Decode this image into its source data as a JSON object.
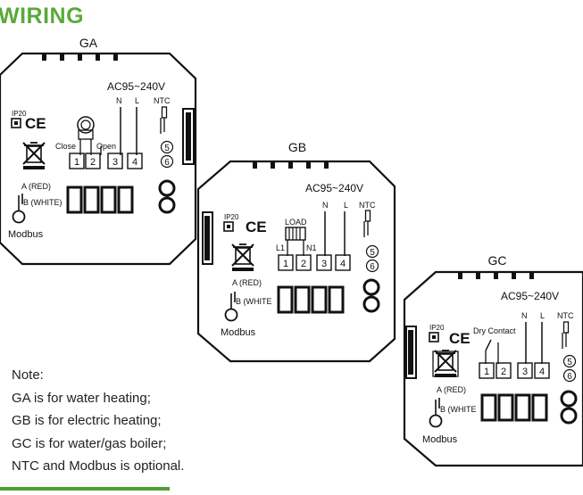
{
  "heading": "WIRING",
  "notes": {
    "title": "Note:",
    "lines": [
      "GA is for water heating;",
      "GB is for electric heating;",
      "GC is for water/gas boiler;",
      "NTC and Modbus is optional."
    ]
  },
  "common": {
    "power": "AC95~240V",
    "n": "N",
    "l": "L",
    "ntc": "NTC",
    "ip": "IP20",
    "ce": "CE",
    "a_red": "A (RED)",
    "b_white": "B (WHITE)",
    "modbus": "Modbus",
    "t1": "1",
    "t2": "2",
    "t3": "3",
    "t4": "4",
    "t5": "5",
    "t6": "6"
  },
  "ga": {
    "label": "GA",
    "close": "Close",
    "open": "Open"
  },
  "gb": {
    "label": "GB",
    "load": "LOAD",
    "l1": "L1",
    "n1": "N1",
    "b_white": "B (WHITE"
  },
  "gc": {
    "label": "GC",
    "dry_contact": "Dry Contact",
    "b_white": "B (WHITE"
  }
}
